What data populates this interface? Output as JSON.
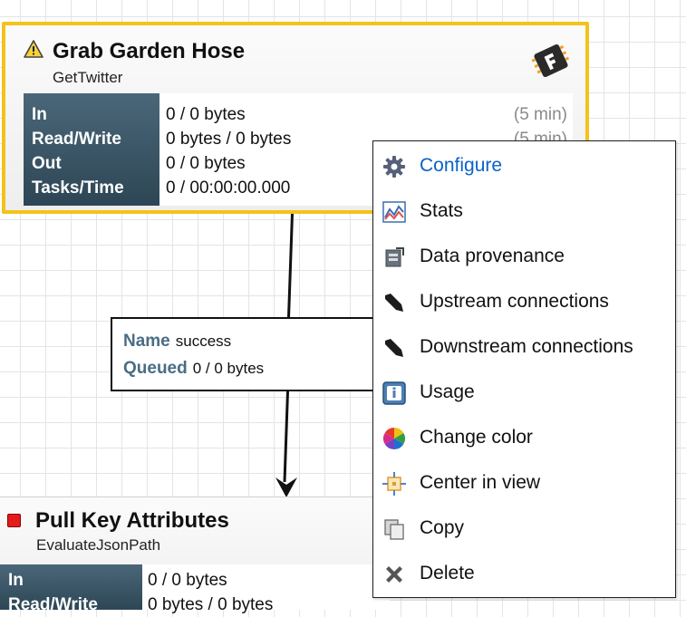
{
  "processor1": {
    "name": "Grab Garden Hose",
    "type": "GetTwitter",
    "stats": [
      {
        "label": "In",
        "value": "0 / 0 bytes",
        "duration": "(5 min)"
      },
      {
        "label": "Read/Write",
        "value": "0 bytes / 0 bytes",
        "duration": "(5 min)"
      },
      {
        "label": "Out",
        "value": "0 / 0 bytes",
        "duration": ""
      },
      {
        "label": "Tasks/Time",
        "value": "0 / 00:00:00.000",
        "duration": ""
      }
    ]
  },
  "connection": {
    "name_label": "Name",
    "name_value": "success",
    "queued_label": "Queued",
    "queued_value": "0 / 0 bytes"
  },
  "processor2": {
    "name": "Pull Key Attributes",
    "type": "EvaluateJsonPath",
    "stats": [
      {
        "label": "In",
        "value": "0 / 0 bytes"
      },
      {
        "label": "Read/Write",
        "value": "0 bytes / 0 bytes"
      }
    ]
  },
  "context_menu": {
    "items": [
      {
        "label": "Configure",
        "icon": "gear-icon"
      },
      {
        "label": "Stats",
        "icon": "stats-chart-icon"
      },
      {
        "label": "Data provenance",
        "icon": "provenance-icon"
      },
      {
        "label": "Upstream connections",
        "icon": "upstream-arrow-icon"
      },
      {
        "label": "Downstream connections",
        "icon": "downstream-arrow-icon"
      },
      {
        "label": "Usage",
        "icon": "usage-info-icon"
      },
      {
        "label": "Change color",
        "icon": "color-wheel-icon"
      },
      {
        "label": "Center in view",
        "icon": "center-target-icon"
      },
      {
        "label": "Copy",
        "icon": "copy-icon"
      },
      {
        "label": "Delete",
        "icon": "delete-x-icon"
      }
    ]
  },
  "colors": {
    "selection_border": "#f4c21a",
    "label_panel": "#3a5566",
    "menu_highlight_text": "#0b62c7",
    "stopped": "#e21b1b"
  }
}
